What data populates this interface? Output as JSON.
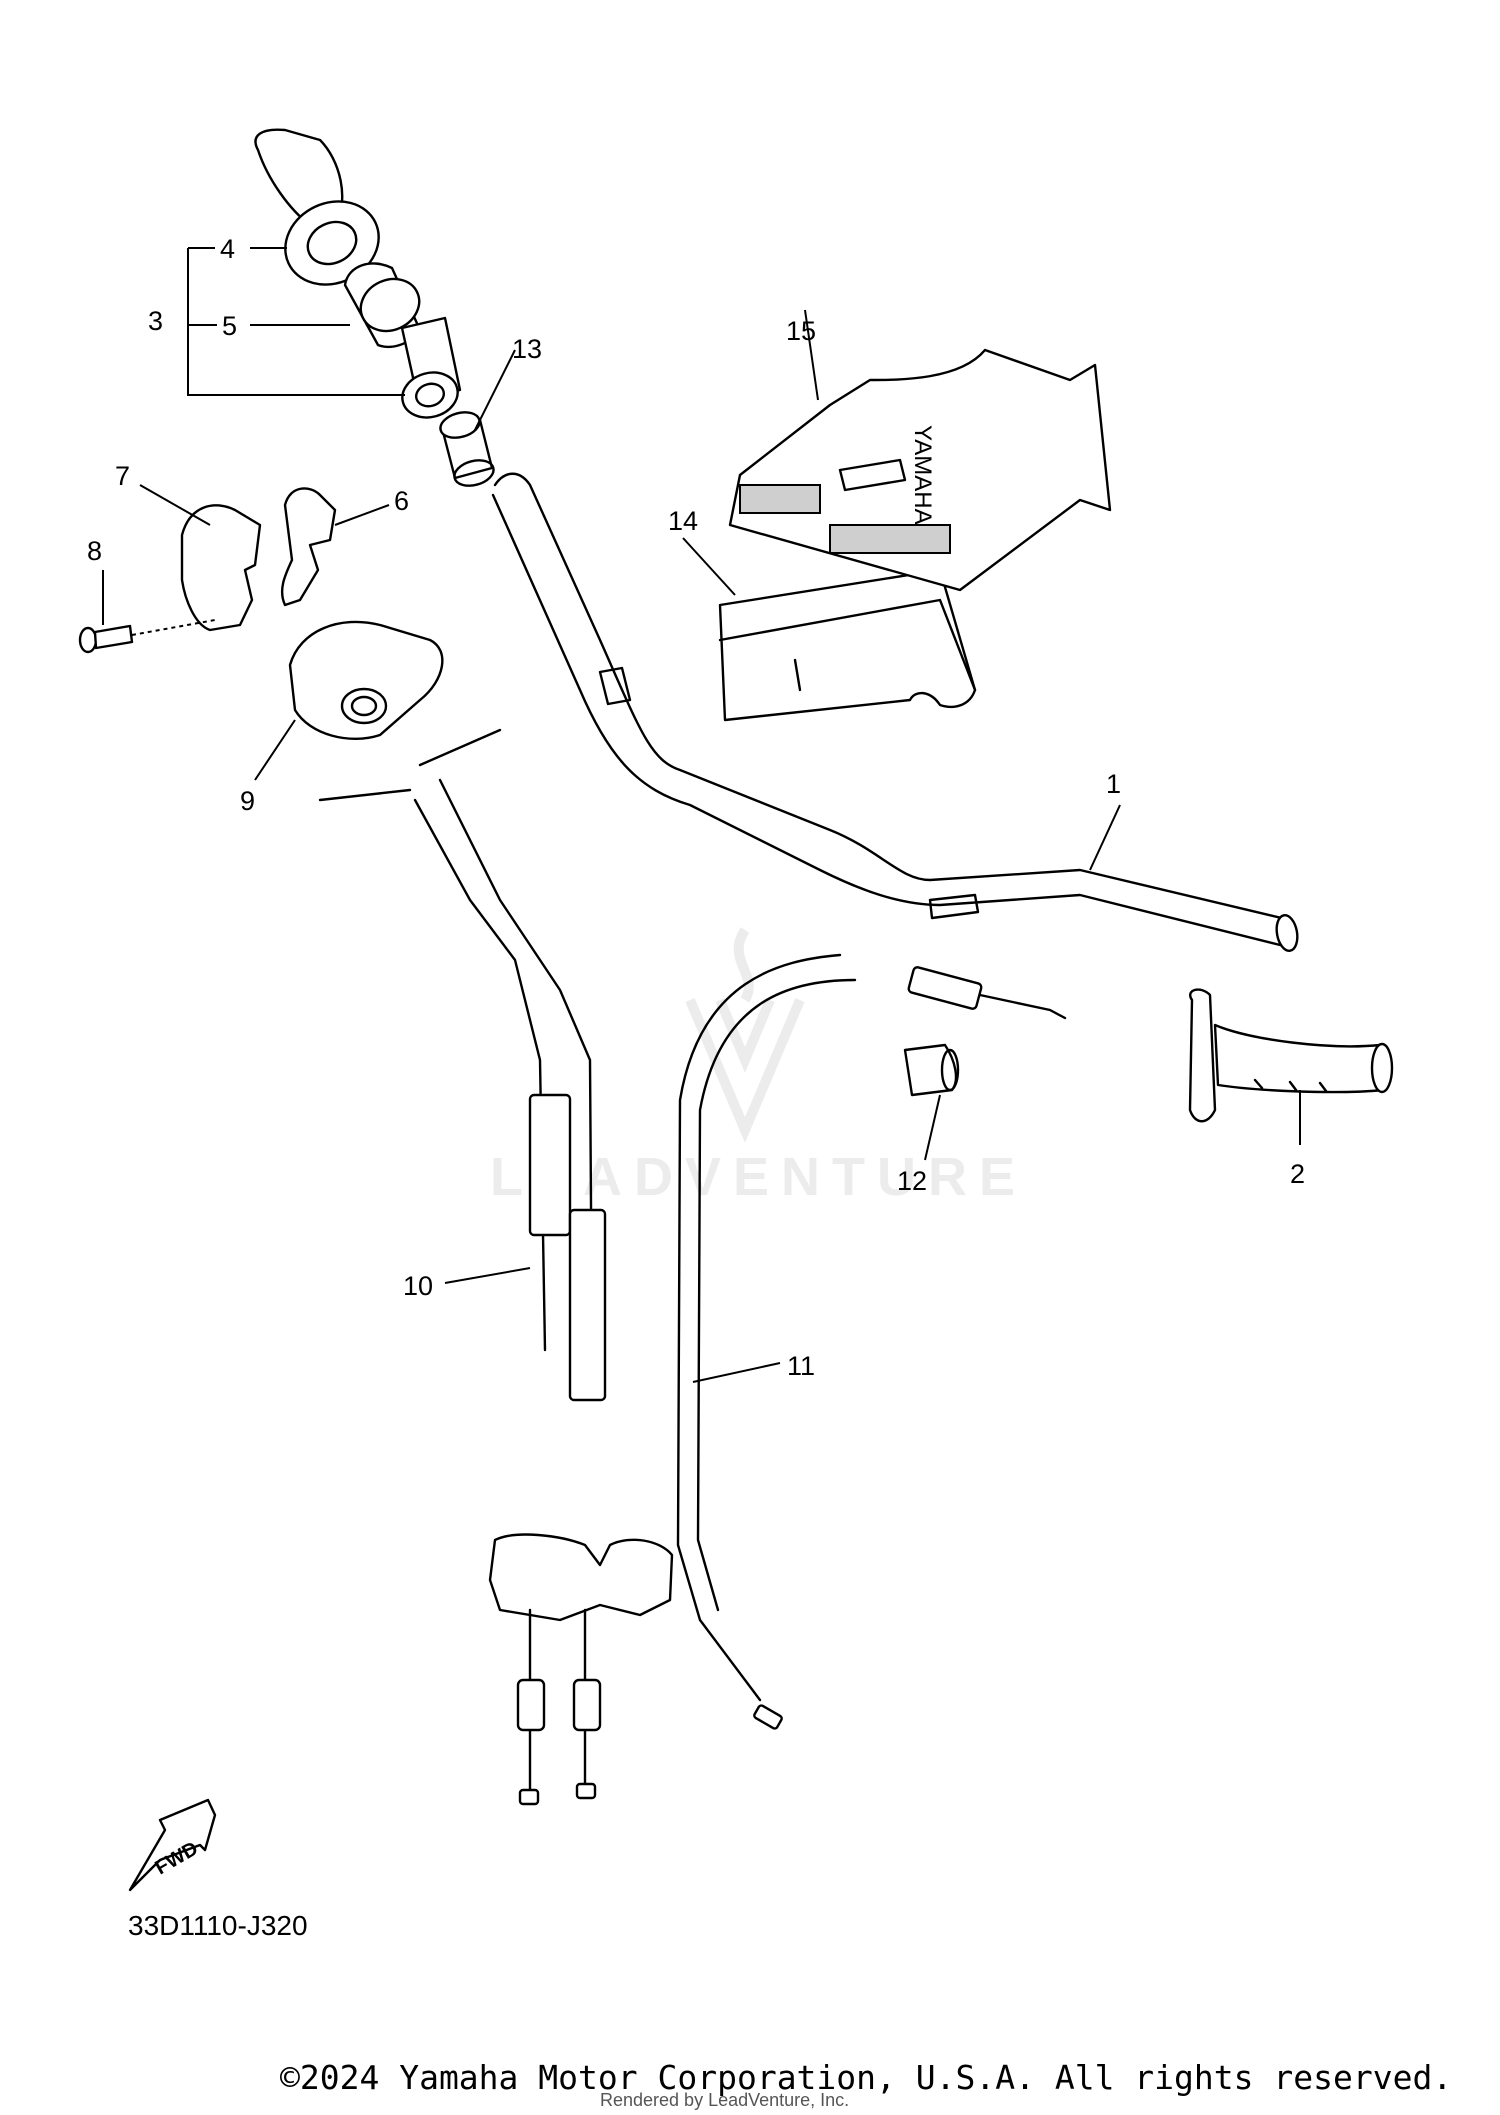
{
  "callouts": {
    "c1": "1",
    "c2": "2",
    "c3": "3",
    "c4": "4",
    "c5": "5",
    "c6": "6",
    "c7": "7",
    "c8": "8",
    "c9": "9",
    "c10": "10",
    "c11": "11",
    "c12": "12",
    "c13": "13",
    "c14": "14",
    "c15": "15"
  },
  "fwd_label": "FWD",
  "brand_on_pad": "YAMAHA",
  "watermark": "LEADVENTURE",
  "diagram_code": "33D1110-J320",
  "copyright": "©2024 Yamaha Motor Corporation, U.S.A. All rights reserved.",
  "rendered_by": "Rendered by LeadVenture, Inc."
}
